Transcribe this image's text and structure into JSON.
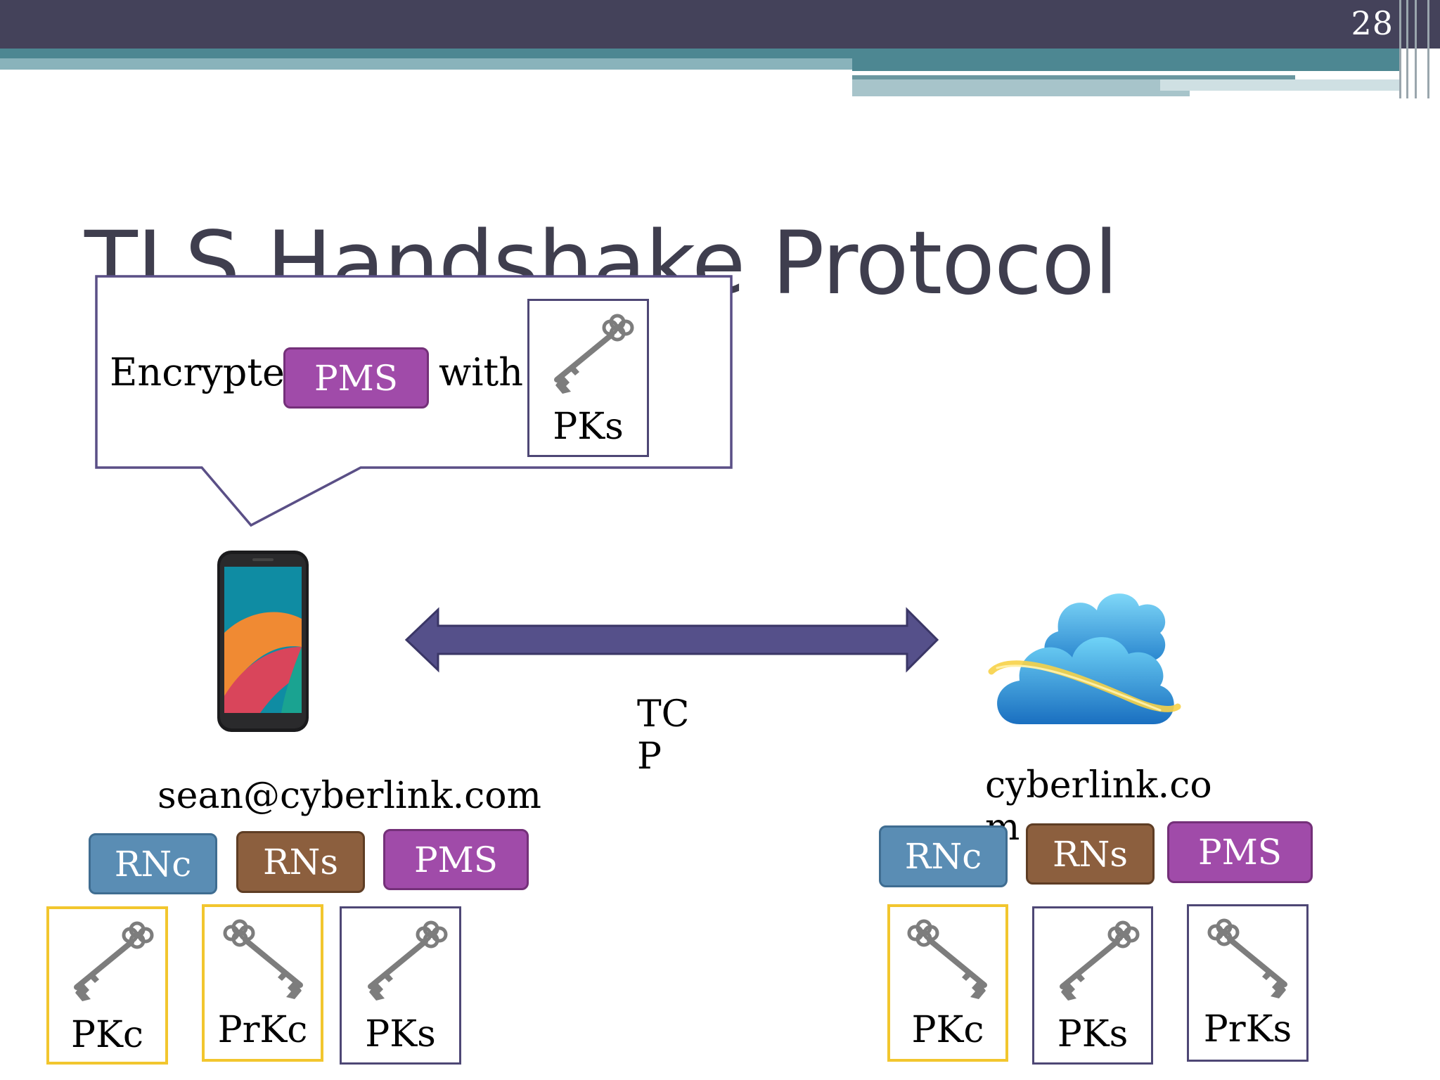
{
  "slide": {
    "number": "28",
    "title": "TLS Handshake Protocol"
  },
  "callout": {
    "prefix": "Encrypted",
    "pms_label": "PMS",
    "middle": "with",
    "key_label": "PKs"
  },
  "connection": {
    "label_line1": "TC",
    "label_line2": "P"
  },
  "client": {
    "name": "sean@cyberlink.com",
    "tags": [
      "RNc",
      "RNs",
      "PMS"
    ],
    "keys": [
      "PKc",
      "PrKc",
      "PKs"
    ]
  },
  "server": {
    "name_line1": "cyberlink.co",
    "name_line2": "m",
    "tags": [
      "RNc",
      "RNs",
      "PMS"
    ],
    "keys": [
      "PKc",
      "PKs",
      "PrKs"
    ]
  },
  "colors": {
    "header_dark": "#44425a",
    "header_teal": "#4d8792",
    "rnc_blue": "#5a8db4",
    "rns_brown": "#8c5f3e",
    "pms_purple": "#a04ba9",
    "arrow_purple": "#55508a",
    "key_box_gold": "#f2c62e",
    "key_box_navy": "#4e4775"
  },
  "icons": {
    "key": "skeleton-key-icon",
    "client_device": "smartphone-icon",
    "server": "cloud-icon"
  }
}
